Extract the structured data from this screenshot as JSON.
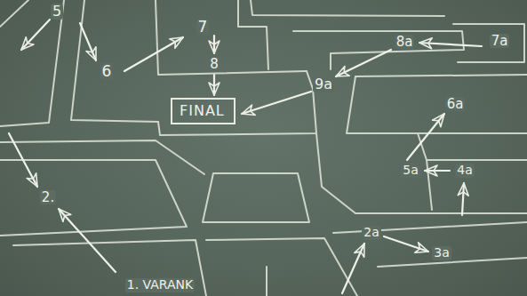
{
  "diagram": {
    "nodes": [
      {
        "text": [
          "FINAL"
        ]
      }
    ],
    "labels": [
      "5",
      "7",
      "8a",
      "7a",
      "8",
      "6",
      "9a",
      "6a",
      "5a",
      "4a",
      "2.",
      "2a",
      "3a",
      "1. VARANK"
    ]
  }
}
